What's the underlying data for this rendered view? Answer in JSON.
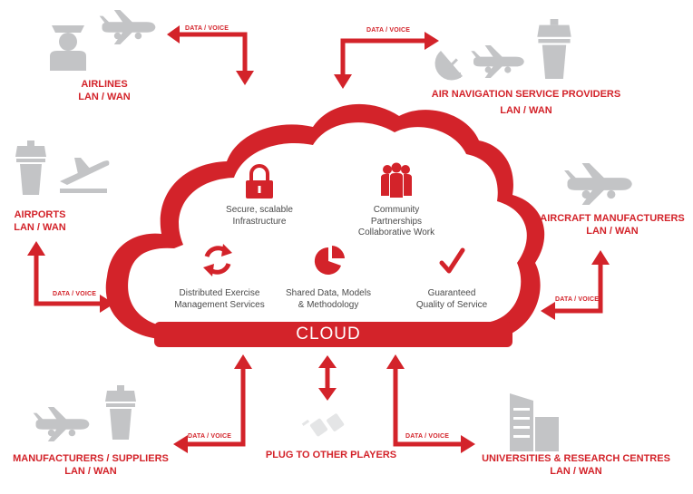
{
  "cloud": {
    "label": "CLOUD"
  },
  "link_label": "DATA / VOICE",
  "nodes": {
    "airlines": {
      "name": "AIRLINES",
      "net": "LAN / WAN"
    },
    "ansp": {
      "name": "AIR NAVIGATION SERVICE PROVIDERS",
      "net": "LAN / WAN"
    },
    "airports": {
      "name": "AIRPORTS",
      "net": "LAN / WAN"
    },
    "aircraft_manufacturers": {
      "name": "AIRCRAFT MANUFACTURERS",
      "net": "LAN / WAN"
    },
    "manufacturers_suppliers": {
      "name": "MANUFACTURERS / SUPPLIERS",
      "net": "LAN / WAN"
    },
    "plug": {
      "name": "PLUG TO OTHER PLAYERS"
    },
    "universities": {
      "name": "UNIVERSITIES & RESEARCH CENTRES",
      "net": "LAN / WAN"
    }
  },
  "features": {
    "infrastructure": {
      "l1": "Secure, scalable",
      "l2": "Infrastructure"
    },
    "community": {
      "l1": "Community",
      "l2": "Partnerships",
      "l3": "Collaborative Work"
    },
    "exercise": {
      "l1": "Distributed Exercise",
      "l2": "Management Services"
    },
    "shared": {
      "l1": "Shared Data, Models",
      "l2": "& Methodology"
    },
    "quality": {
      "l1": "Guaranteed",
      "l2": "Quality of Service"
    }
  },
  "colors": {
    "accent": "#d3232a",
    "icon_gray": "#c3c4c6",
    "text": "#4a4a4a"
  },
  "icons": [
    "pilot-icon",
    "airplane-icon",
    "satellite-dish-icon",
    "control-tower-icon",
    "plane-departure-icon",
    "building-icon",
    "plug-icon",
    "padlock-icon",
    "people-icon",
    "refresh-icon",
    "pie-chart-icon",
    "checkmark-icon"
  ]
}
